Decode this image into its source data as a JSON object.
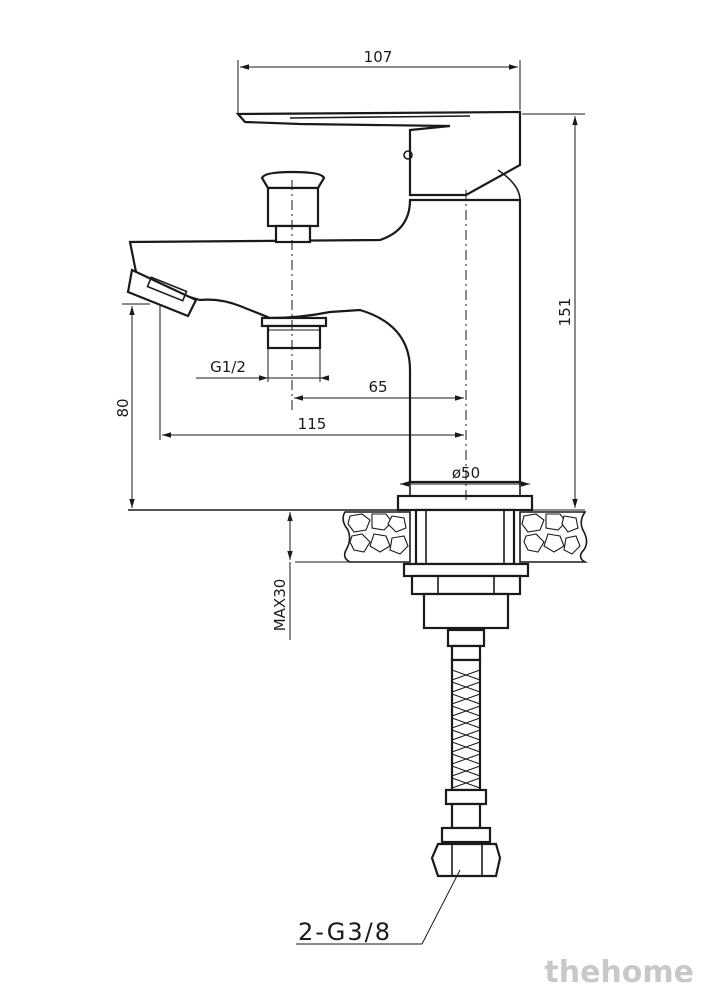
{
  "dimensions": {
    "width_top": "107",
    "height_total": "151",
    "inlet_thread": "G1/2",
    "spout_to_center": "65",
    "spout_reach": "115",
    "spout_height": "80",
    "base_diameter": "ø50",
    "max_thickness": "MAX30",
    "hose_connection": "2-G3/8"
  },
  "watermark": "thehome"
}
